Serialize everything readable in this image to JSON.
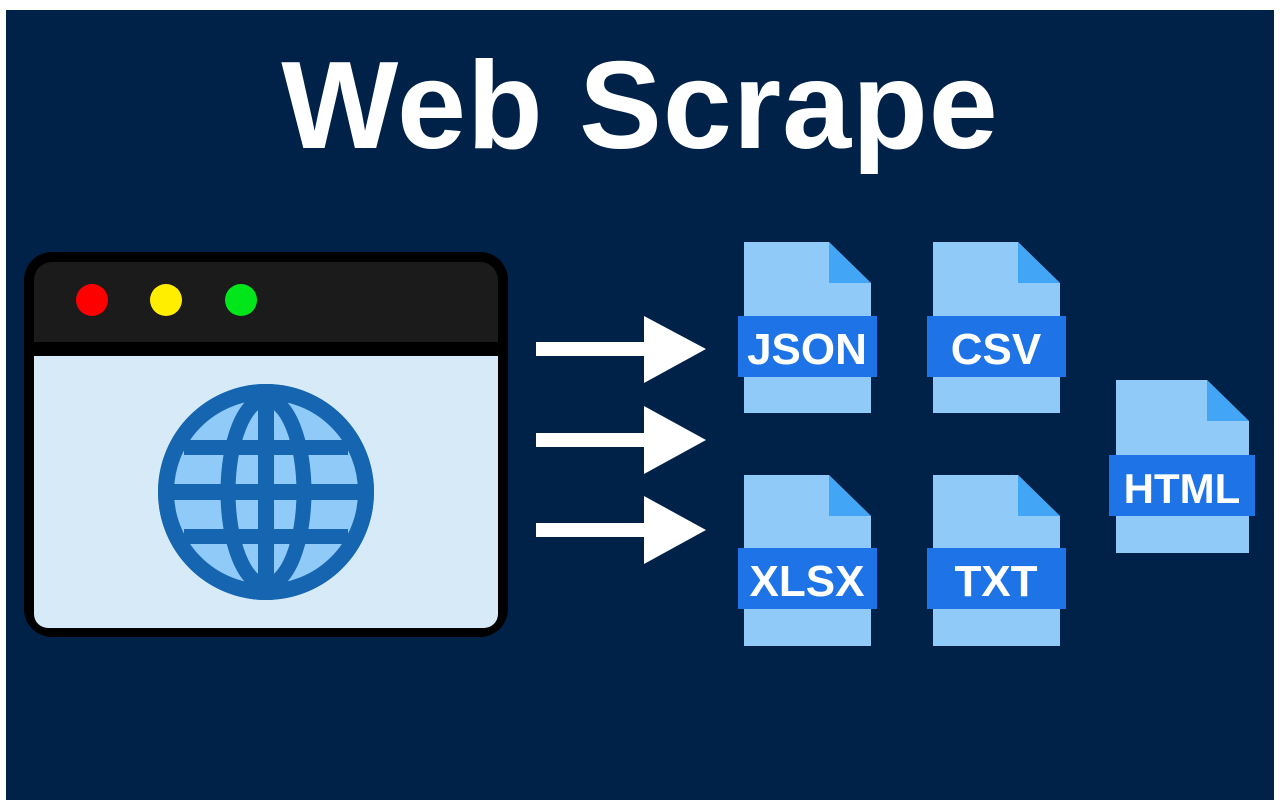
{
  "title": "Web Scrape",
  "colors": {
    "background": "#012248",
    "browser_frame": "#000000",
    "browser_titlebar": "#1b1b1b",
    "browser_content": "#d6eaf8",
    "dot_red": "#ff0000",
    "dot_yellow": "#ffee00",
    "dot_green": "#00e61a",
    "globe_dark": "#1565b0",
    "globe_light": "#8fcaf8",
    "arrow": "#ffffff",
    "file_body": "#90caf9",
    "file_fold": "#42a5f5",
    "file_band": "#1e74e6"
  },
  "browser": {
    "icon": "globe-icon",
    "window_dots": [
      "close-dot",
      "minimize-dot",
      "maximize-dot"
    ]
  },
  "arrows": {
    "count": 3,
    "icon": "arrow-right-icon"
  },
  "files": [
    {
      "label": "JSON",
      "icon": "file-icon"
    },
    {
      "label": "CSV",
      "icon": "file-icon"
    },
    {
      "label": "XLSX",
      "icon": "file-icon"
    },
    {
      "label": "TXT",
      "icon": "file-icon"
    },
    {
      "label": "HTML",
      "icon": "file-icon"
    }
  ]
}
